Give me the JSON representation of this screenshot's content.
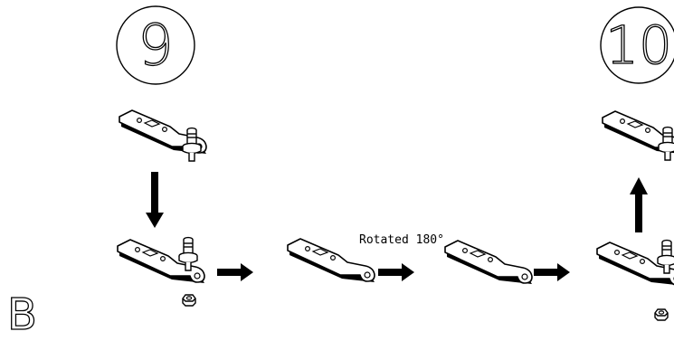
{
  "steps": [
    {
      "number": "9"
    },
    {
      "number": "10"
    }
  ],
  "view_label": "B",
  "annotation": "Rotated 180°",
  "icons": {
    "plate": "hinge-plate-icon",
    "pin": "hinge-pin-icon",
    "nut": "hex-nut-icon",
    "arrow": "arrow-icon"
  },
  "colors": {
    "ink": "#000000",
    "paper": "#ffffff"
  }
}
